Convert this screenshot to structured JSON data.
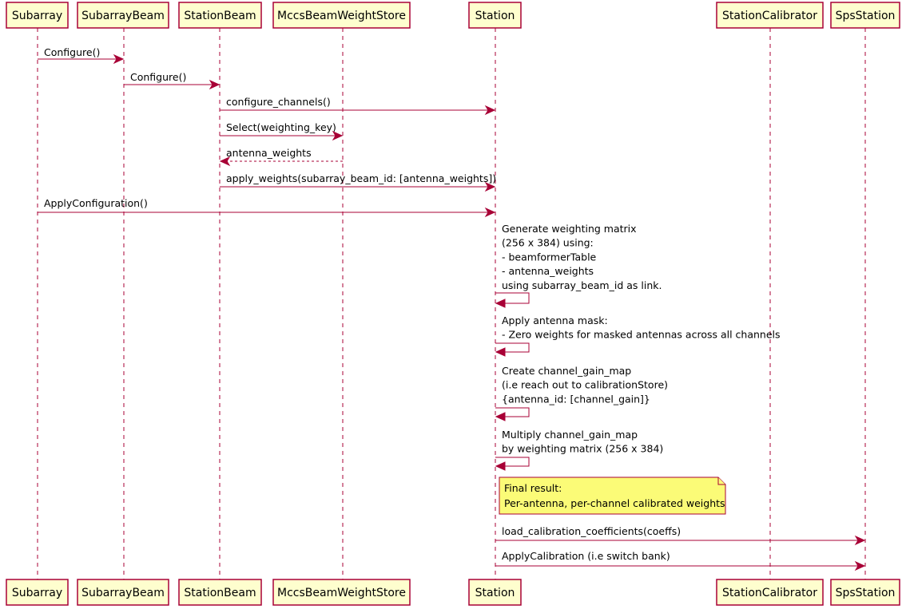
{
  "participants": [
    {
      "id": "subarray",
      "label": "Subarray"
    },
    {
      "id": "subarraybeam",
      "label": "SubarrayBeam"
    },
    {
      "id": "stationbeam",
      "label": "StationBeam"
    },
    {
      "id": "mccsbeamweightstore",
      "label": "MccsBeamWeightStore"
    },
    {
      "id": "station",
      "label": "Station"
    },
    {
      "id": "stationcalibrator",
      "label": "StationCalibrator"
    },
    {
      "id": "spsstation",
      "label": "SpsStation"
    }
  ],
  "messages": [
    {
      "from": "subarray",
      "to": "subarraybeam",
      "lines": [
        "Configure()"
      ]
    },
    {
      "from": "subarraybeam",
      "to": "stationbeam",
      "lines": [
        "Configure()"
      ]
    },
    {
      "from": "stationbeam",
      "to": "station",
      "lines": [
        "configure_channels()"
      ]
    },
    {
      "from": "stationbeam",
      "to": "mccsbeamweightstore",
      "lines": [
        "Select(weighting_key)"
      ]
    },
    {
      "from": "mccsbeamweightstore",
      "to": "stationbeam",
      "lines": [
        "antenna_weights"
      ],
      "dashed": true
    },
    {
      "from": "stationbeam",
      "to": "station",
      "lines": [
        "apply_weights(subarray_beam_id: [antenna_weights])"
      ]
    },
    {
      "from": "subarray",
      "to": "station",
      "lines": [
        "ApplyConfiguration()"
      ]
    },
    {
      "from": "station",
      "to": "station",
      "lines": [
        "Generate weighting matrix",
        "(256 x 384) using:",
        " - beamformerTable",
        " - antenna_weights",
        " using subarray_beam_id as link."
      ]
    },
    {
      "from": "station",
      "to": "station",
      "lines": [
        "Apply antenna mask:",
        " - Zero weights for masked antennas across all channels"
      ]
    },
    {
      "from": "station",
      "to": "station",
      "lines": [
        "Create channel_gain_map",
        " (i.e reach out to calibrationStore)",
        "{antenna_id: [channel_gain]}"
      ]
    },
    {
      "from": "station",
      "to": "station",
      "lines": [
        "Multiply channel_gain_map",
        "by weighting matrix (256 x 384)"
      ]
    },
    {
      "from": "station",
      "to": "spsstation",
      "lines": [
        "load_calibration_coefficients(coeffs)"
      ]
    },
    {
      "from": "station",
      "to": "spsstation",
      "lines": [
        "ApplyCalibration (i.e switch bank)"
      ]
    }
  ],
  "note": {
    "over": "station",
    "lines": [
      "Final result:",
      "Per-antenna, per-channel calibrated weights"
    ]
  }
}
